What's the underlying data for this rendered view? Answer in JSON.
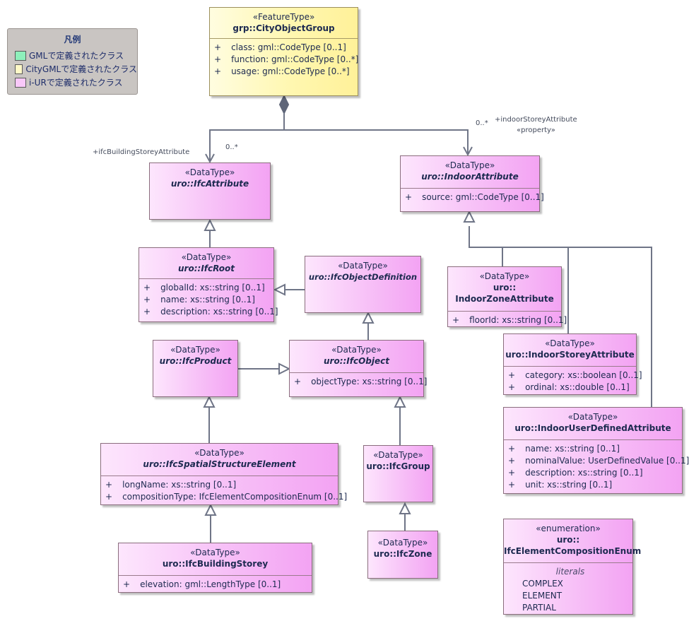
{
  "legend": {
    "title": "凡例",
    "items": [
      {
        "label": "GMLで定義されたクラス",
        "color": "#8ef0bb"
      },
      {
        "label": "CityGMLで定義されたクラス",
        "color": "#fff9c7"
      },
      {
        "label": "i-URで定義されたクラス",
        "color": "#f9c8f9"
      }
    ]
  },
  "classes": {
    "city_object_group": {
      "stereotype": "«FeatureType»",
      "name": "grp::CityObjectGroup",
      "attributes": [
        {
          "vis": "+",
          "text": "class: gml::CodeType [0..1]"
        },
        {
          "vis": "+",
          "text": "function: gml::CodeType [0..*]"
        },
        {
          "vis": "+",
          "text": "usage: gml::CodeType [0..*]"
        }
      ]
    },
    "ifc_attribute": {
      "stereotype": "«DataType»",
      "name": "uro::IfcAttribute"
    },
    "indoor_attribute": {
      "stereotype": "«DataType»",
      "name": "uro::IndoorAttribute",
      "attributes": [
        {
          "vis": "+",
          "text": "source: gml::CodeType [0..1]"
        }
      ]
    },
    "ifc_root": {
      "stereotype": "«DataType»",
      "name": "uro::IfcRoot",
      "attributes": [
        {
          "vis": "+",
          "text": "globalId: xs::string [0..1]"
        },
        {
          "vis": "+",
          "text": "name: xs::string [0..1]"
        },
        {
          "vis": "+",
          "text": "description: xs::string [0..1]"
        }
      ]
    },
    "ifc_object_definition": {
      "stereotype": "«DataType»",
      "name": "uro::IfcObjectDefinition"
    },
    "indoor_zone": {
      "stereotype": "«DataType»",
      "name_line1": "uro::",
      "name_line2": "IndoorZoneAttribute",
      "attributes": [
        {
          "vis": "+",
          "text": "floorId: xs::string [0..1]"
        }
      ]
    },
    "indoor_storey": {
      "stereotype": "«DataType»",
      "name": "uro::IndoorStoreyAttribute",
      "attributes": [
        {
          "vis": "+",
          "text": "category: xs::boolean [0..1]"
        },
        {
          "vis": "+",
          "text": "ordinal: xs::double [0..1]"
        }
      ]
    },
    "ifc_product": {
      "stereotype": "«DataType»",
      "name": "uro::IfcProduct"
    },
    "ifc_object": {
      "stereotype": "«DataType»",
      "name": "uro::IfcObject",
      "attributes": [
        {
          "vis": "+",
          "text": "objectType: xs::string [0..1]"
        }
      ]
    },
    "indoor_user_defined": {
      "stereotype": "«DataType»",
      "name": "uro::IndoorUserDefinedAttribute",
      "attributes": [
        {
          "vis": "+",
          "text": "name: xs::string [0..1]"
        },
        {
          "vis": "+",
          "text": "nominalValue: UserDefinedValue [0..1]"
        },
        {
          "vis": "+",
          "text": "description: xs::string [0..1]"
        },
        {
          "vis": "+",
          "text": "unit: xs::string [0..1]"
        }
      ]
    },
    "ifc_spatial_structure": {
      "stereotype": "«DataType»",
      "name": "uro::IfcSpatialStructureElement",
      "attributes": [
        {
          "vis": "+",
          "text": "longName: xs::string [0..1]"
        },
        {
          "vis": "+",
          "text": "compositionType: IfcElementCompositionEnum [0..1]"
        }
      ]
    },
    "ifc_group": {
      "stereotype": "«DataType»",
      "name": "uro::IfcGroup"
    },
    "ifc_building_storey": {
      "stereotype": "«DataType»",
      "name": "uro::IfcBuildingStorey",
      "attributes": [
        {
          "vis": "+",
          "text": "elevation: gml::LengthType [0..1]"
        }
      ]
    },
    "ifc_zone": {
      "stereotype": "«DataType»",
      "name": "uro::IfcZone"
    },
    "ifc_enum": {
      "stereotype": "«enumeration»",
      "name_line1": "uro::",
      "name_line2": "IfcElementCompositionEnum",
      "literals_title": "literals",
      "literals": [
        "COMPLEX",
        "ELEMENT",
        "PARTIAL"
      ]
    }
  },
  "edge_labels": {
    "ifc_role": "+ifcBuildingStoreyAttribute",
    "ifc_mult": "0..*",
    "indoor_mult": "0..*",
    "indoor_role": "+indoorStoreyAttribute",
    "indoor_stereotype": "«property»"
  }
}
